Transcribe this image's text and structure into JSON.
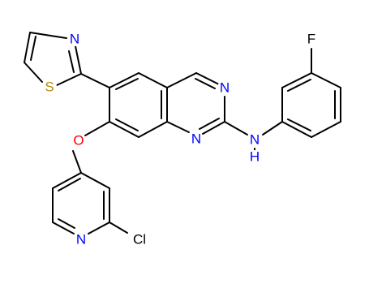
{
  "molecule": {
    "atoms": {
      "s_thiazole": {
        "label": "S",
        "color": "#b58a00"
      },
      "n_thiazole": {
        "label": "N",
        "color": "#0000ff"
      },
      "n3_quinaz": {
        "label": "N",
        "color": "#0000ff"
      },
      "n1_quinaz": {
        "label": "N",
        "color": "#0000ff"
      },
      "f_aryl": {
        "label": "F",
        "color": "#000000"
      },
      "nh_amine": {
        "label": "N",
        "color": "#0000ff"
      },
      "h_amine": {
        "label": "H",
        "color": "#0000ff"
      },
      "o_ether": {
        "label": "O",
        "color": "#ff0000"
      },
      "n_pyridine": {
        "label": "N",
        "color": "#0000ff"
      },
      "cl_pyridine": {
        "label": "Cl",
        "color": "#000000"
      }
    }
  }
}
